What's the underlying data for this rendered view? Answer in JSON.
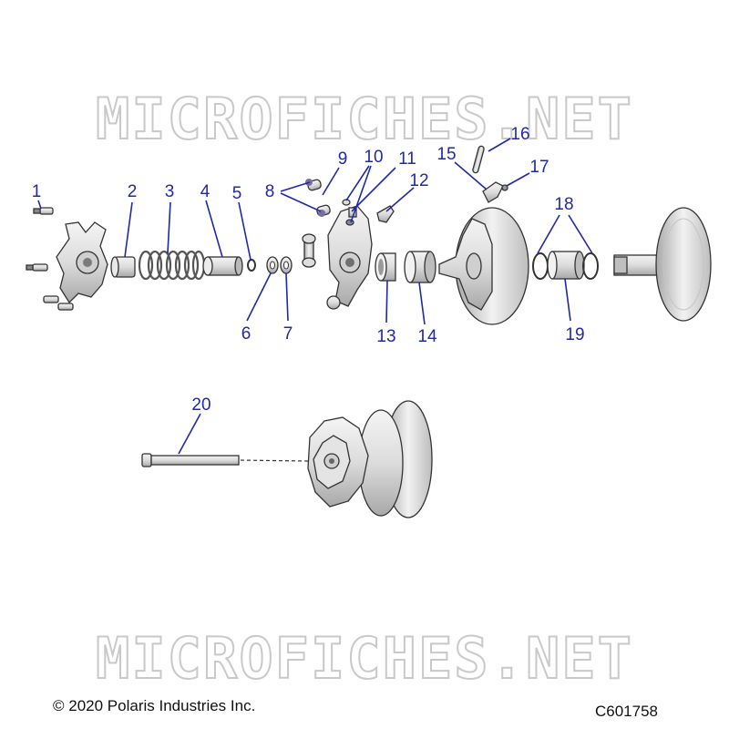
{
  "watermarks": {
    "top": "MICROFICHES.NET",
    "bottom": "MICROFICHES.NET"
  },
  "callouts": {
    "c1": "1",
    "c2": "2",
    "c3": "3",
    "c4": "4",
    "c5": "5",
    "c6": "6",
    "c7": "7",
    "c8": "8",
    "c9": "9",
    "c10": "10",
    "c11": "11",
    "c12": "12",
    "c13": "13",
    "c14": "14",
    "c15": "15",
    "c16": "16",
    "c17": "17",
    "c18": "18",
    "c19": "19",
    "c20": "20"
  },
  "footer": {
    "copyright": "© 2020 Polaris Industries Inc.",
    "code": "C601758"
  },
  "colors": {
    "callout": "#1f2aa8",
    "watermark_outline": "#c9c9c9"
  }
}
